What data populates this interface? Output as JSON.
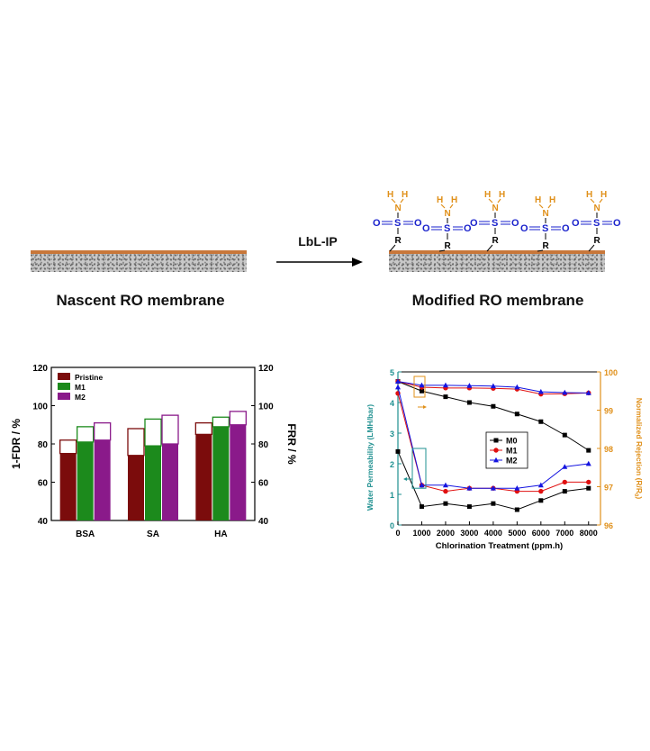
{
  "scheme": {
    "nascent_label": "Nascent RO membrane",
    "modified_label": "Modified RO membrane",
    "process_label": "LbL-IP",
    "molecule": {
      "top_h": "H",
      "n": "N",
      "o_left": "O",
      "s": "S",
      "o_right": "O",
      "r": "R",
      "n_color": "#e0901a",
      "s_color": "#1a22cc"
    },
    "molecule_count": 5
  },
  "chart_data": [
    {
      "type": "bar",
      "title": "",
      "categories": [
        "BSA",
        "SA",
        "HA"
      ],
      "series": [
        {
          "name": "Pristine",
          "color": "#7b0c0c",
          "fdr_values": [
            75,
            74,
            85
          ],
          "frr_values": [
            82,
            88,
            91
          ]
        },
        {
          "name": "M1",
          "color": "#1c8a1c",
          "fdr_values": [
            81,
            79,
            89
          ],
          "frr_values": [
            89,
            93,
            94
          ]
        },
        {
          "name": "M2",
          "color": "#8a1a8a",
          "fdr_values": [
            82,
            80,
            90
          ],
          "frr_values": [
            91,
            95,
            97
          ]
        }
      ],
      "ylabel": "1-FDR / %",
      "y2label": "FRR / %",
      "ylim": [
        40,
        120
      ],
      "y2lim": [
        40,
        120
      ],
      "yticks": [
        40,
        60,
        80,
        100,
        120
      ],
      "legend_position": "top-left"
    },
    {
      "type": "line",
      "title": "",
      "xlabel": "Chlorination Treatment (ppm.h)",
      "ylabel": "Water Permeability (LMH/bar)",
      "y2label_main": "Normalized Rejection (R/R",
      "y2label_sub": "0",
      "y2label_end": ")",
      "x": [
        0,
        1000,
        2000,
        3000,
        4000,
        5000,
        6000,
        7000,
        8000
      ],
      "xlim": [
        0,
        8500
      ],
      "ylim": [
        0,
        5
      ],
      "y2lim": [
        96,
        100
      ],
      "yticks": [
        0,
        1,
        2,
        3,
        4,
        5
      ],
      "y2ticks": [
        96,
        97,
        98,
        99,
        100
      ],
      "xticks": [
        0,
        1000,
        2000,
        3000,
        4000,
        5000,
        6000,
        7000,
        8000
      ],
      "permeability_series": [
        {
          "name": "M0",
          "color": "#000000",
          "marker": "square",
          "values": [
            2.4,
            0.6,
            0.7,
            0.6,
            0.7,
            0.5,
            0.8,
            1.1,
            1.2
          ]
        },
        {
          "name": "M1",
          "color": "#e01010",
          "marker": "circle",
          "values": [
            4.3,
            1.3,
            1.1,
            1.2,
            1.2,
            1.1,
            1.1,
            1.4,
            1.4
          ]
        },
        {
          "name": "M2",
          "color": "#1414e0",
          "marker": "triangle",
          "values": [
            4.5,
            1.3,
            1.3,
            1.2,
            1.2,
            1.2,
            1.3,
            1.9,
            2.0
          ]
        }
      ],
      "rejection_series": [
        {
          "name": "M0",
          "color": "#000000",
          "marker": "square",
          "values": [
            99.75,
            99.5,
            99.35,
            99.2,
            99.1,
            98.9,
            98.7,
            98.35,
            97.95
          ]
        },
        {
          "name": "M1",
          "color": "#e01010",
          "marker": "circle",
          "values": [
            99.75,
            99.6,
            99.58,
            99.58,
            99.57,
            99.55,
            99.42,
            99.43,
            99.45
          ]
        },
        {
          "name": "M2",
          "color": "#1414e0",
          "marker": "triangle",
          "values": [
            99.75,
            99.65,
            99.65,
            99.64,
            99.63,
            99.6,
            99.48,
            99.46,
            99.45
          ]
        }
      ],
      "left_axis_color": "#1f9090",
      "right_axis_color": "#e0901a",
      "legend_position": "center"
    }
  ]
}
